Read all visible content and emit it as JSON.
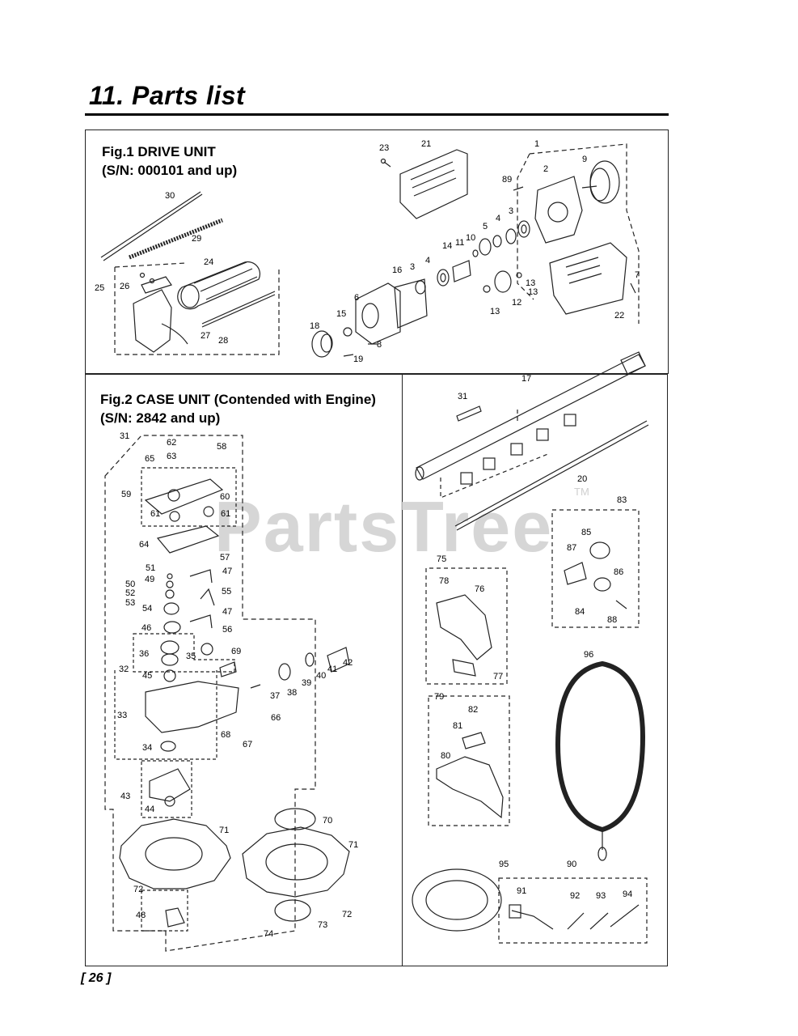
{
  "page": {
    "section_title": "11. Parts list",
    "page_number": "26",
    "watermark": "PartsTree",
    "trademark": "TM"
  },
  "fig1": {
    "title": "Fig.1 DRIVE UNIT",
    "serial": "(S/N: 000101 and up)",
    "labels": [
      "1",
      "2",
      "3",
      "3",
      "4",
      "4",
      "5",
      "6",
      "7",
      "8",
      "9",
      "10",
      "11",
      "12",
      "13",
      "13",
      "13",
      "14",
      "15",
      "16",
      "18",
      "19",
      "21",
      "22",
      "23",
      "24",
      "25",
      "26",
      "27",
      "28",
      "29",
      "30",
      "89"
    ]
  },
  "fig2": {
    "title": "Fig.2 CASE UNIT (Contended with Engine)",
    "serial": "(S/N: 2842 and up)",
    "labels": [
      "31",
      "32",
      "33",
      "34",
      "35",
      "36",
      "37",
      "38",
      "39",
      "40",
      "41",
      "42",
      "43",
      "44",
      "45",
      "46",
      "47",
      "47",
      "48",
      "49",
      "50",
      "51",
      "52",
      "53",
      "54",
      "55",
      "56",
      "57",
      "58",
      "59",
      "60",
      "61",
      "61",
      "62",
      "63",
      "64",
      "65",
      "66",
      "67",
      "68",
      "69",
      "70",
      "71",
      "71",
      "72",
      "72",
      "73",
      "74"
    ]
  },
  "right_panel": {
    "labels": [
      "17",
      "20",
      "31",
      "75",
      "76",
      "77",
      "78",
      "79",
      "80",
      "81",
      "82",
      "83",
      "84",
      "85",
      "86",
      "87",
      "88",
      "90",
      "91",
      "92",
      "93",
      "94",
      "95",
      "96"
    ]
  }
}
